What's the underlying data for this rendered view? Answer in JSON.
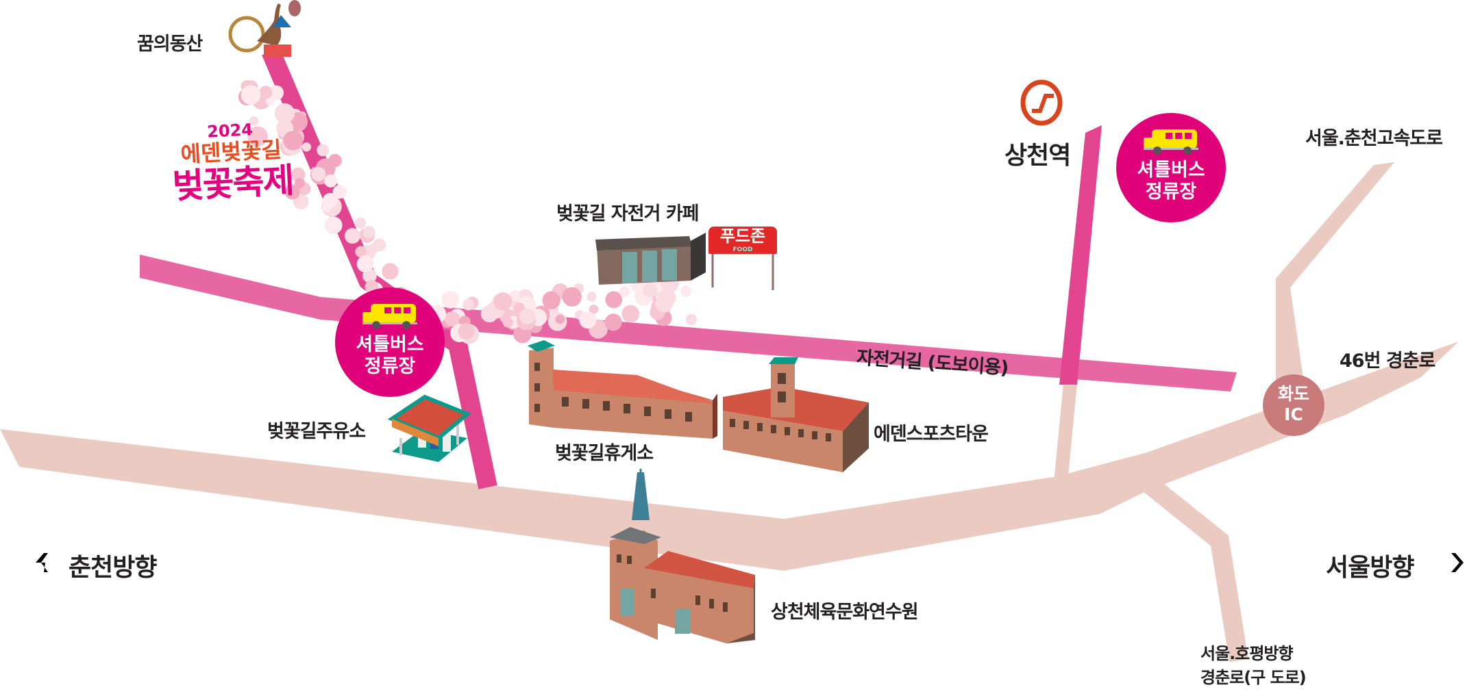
{
  "colors": {
    "main_road": "#ebcbc1",
    "bike_road": "#e667a2",
    "festival_road": "#e2448f",
    "shuttle_stop": "#e0007a",
    "ic_badge": "#c97a7b",
    "station_logo": "#d9441c"
  },
  "festival_logo": {
    "year": "2024",
    "subtitle": "에덴벚꽃길",
    "title": "벚꽃축제"
  },
  "places": {
    "dream_hill": "꿈의동산",
    "station": "상천역",
    "expressway": "서울.춘천고속도로",
    "bike_cafe": "벚꽃길 자전거 카페",
    "food_zone": "푸드존",
    "food_zone_sub": "FOOD",
    "bike_road": "자전거길 (도보이용)",
    "route46": "46번 경춘로",
    "hwado_ic_line1": "화도",
    "hwado_ic_line2": "IC",
    "gas_station": "벚꽃길주유소",
    "rest_area": "벚꽃길휴게소",
    "sports_town": "에덴스포츠타운",
    "training_center": "상천체육문화연수원",
    "hopyeong_line1": "서울.호평방향",
    "hopyeong_line2": "경춘로(구 도로)"
  },
  "shuttle_stops": [
    {
      "line1": "셔틀버스",
      "line2": "정류장"
    },
    {
      "line1": "셔틀버스",
      "line2": "정류장"
    }
  ],
  "directions": {
    "left": {
      "label": "춘천방향",
      "icon": "arrow-left-icon"
    },
    "right": {
      "label": "서울방향",
      "icon": "arrow-right-icon"
    }
  }
}
